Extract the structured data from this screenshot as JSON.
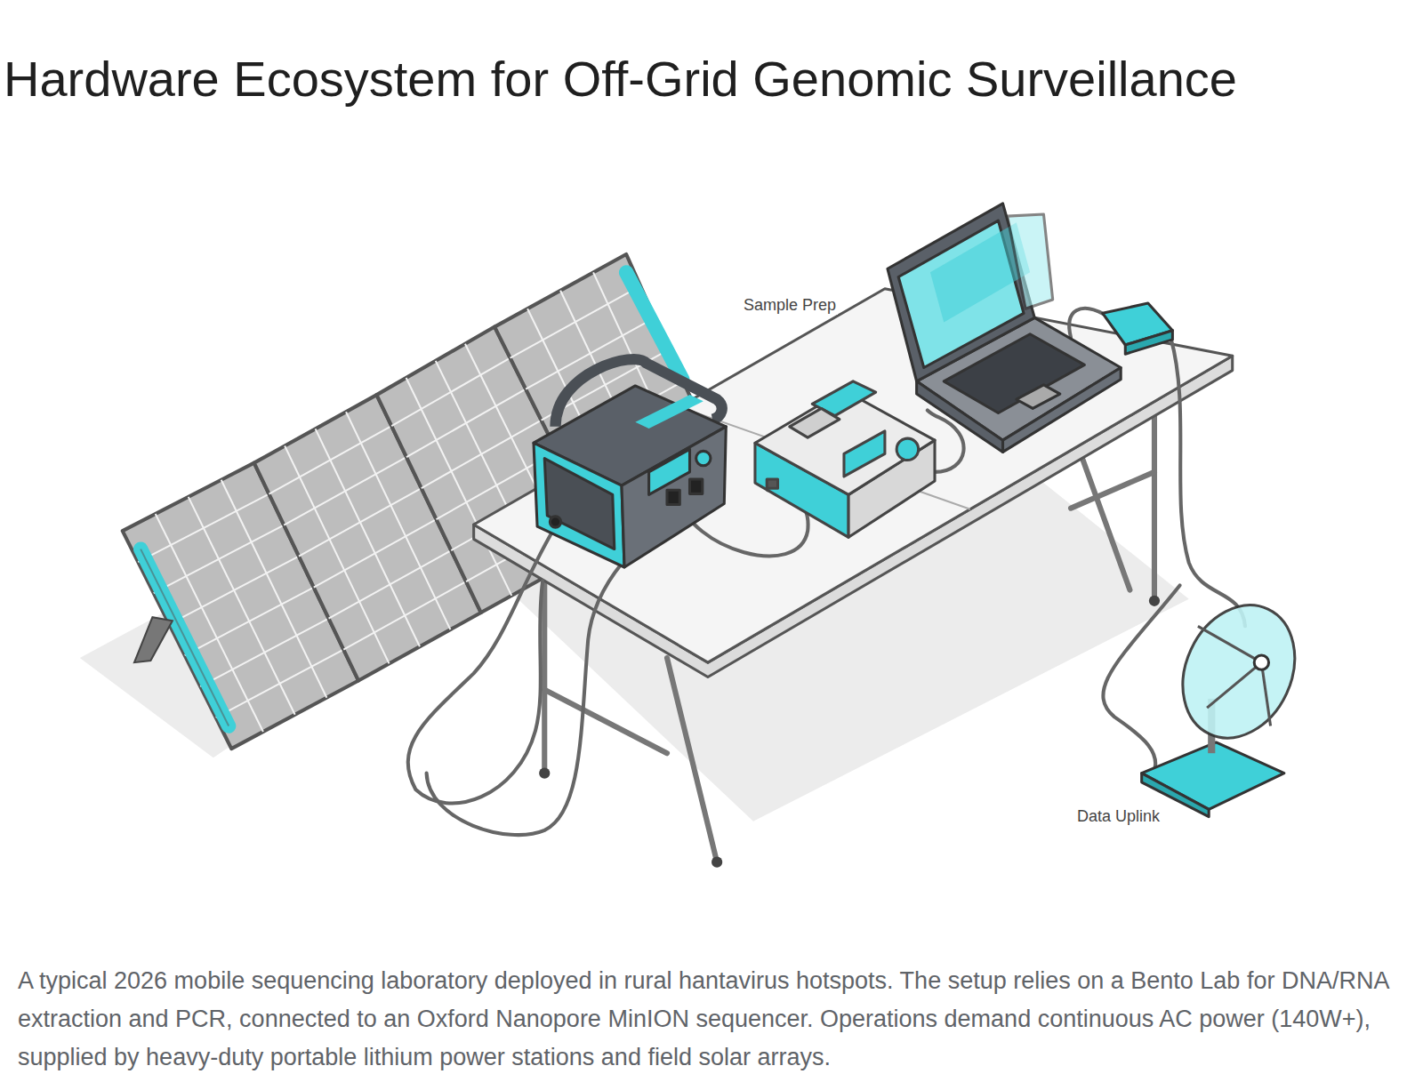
{
  "diagram": {
    "title": "Hardware Ecosystem for Off-Grid Genomic Surveillance",
    "caption": "A typical 2026 mobile sequencing laboratory deployed in rural hantavirus hotspots. The setup relies on a Bento Lab for DNA/RNA extraction and PCR, connected to an Oxford Nanopore MinION sequencer. Operations demand continuous AC power (140W+), supplied by heavy-duty portable lithium power stations and field solar arrays.",
    "labels": [
      "Sample Prep",
      "Data Uplink"
    ]
  }
}
